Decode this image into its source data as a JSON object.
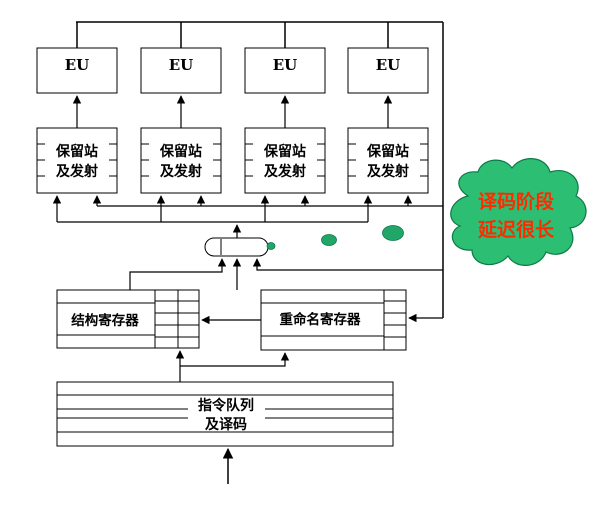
{
  "eu_units": [
    {
      "label": "EU"
    },
    {
      "label": "EU"
    },
    {
      "label": "EU"
    },
    {
      "label": "EU"
    }
  ],
  "reservation_stations": [
    {
      "line1": "保留站",
      "line2": "及发射"
    },
    {
      "line1": "保留站",
      "line2": "及发射"
    },
    {
      "line1": "保留站",
      "line2": "及发射"
    },
    {
      "line1": "保留站",
      "line2": "及发射"
    }
  ],
  "arch_register": {
    "label": "结构寄存器"
  },
  "rename_register": {
    "label": "重命名寄存器"
  },
  "instruction_queue": {
    "line1": "指令队列",
    "line2": "及译码"
  },
  "callout": {
    "line1": "译码阶段",
    "line2": "延迟很长"
  },
  "colors": {
    "line": "#000000",
    "bubble_fill": "#21a569",
    "cloud_fill": "#2cbf73",
    "cloud_text": "#ff2a00"
  }
}
